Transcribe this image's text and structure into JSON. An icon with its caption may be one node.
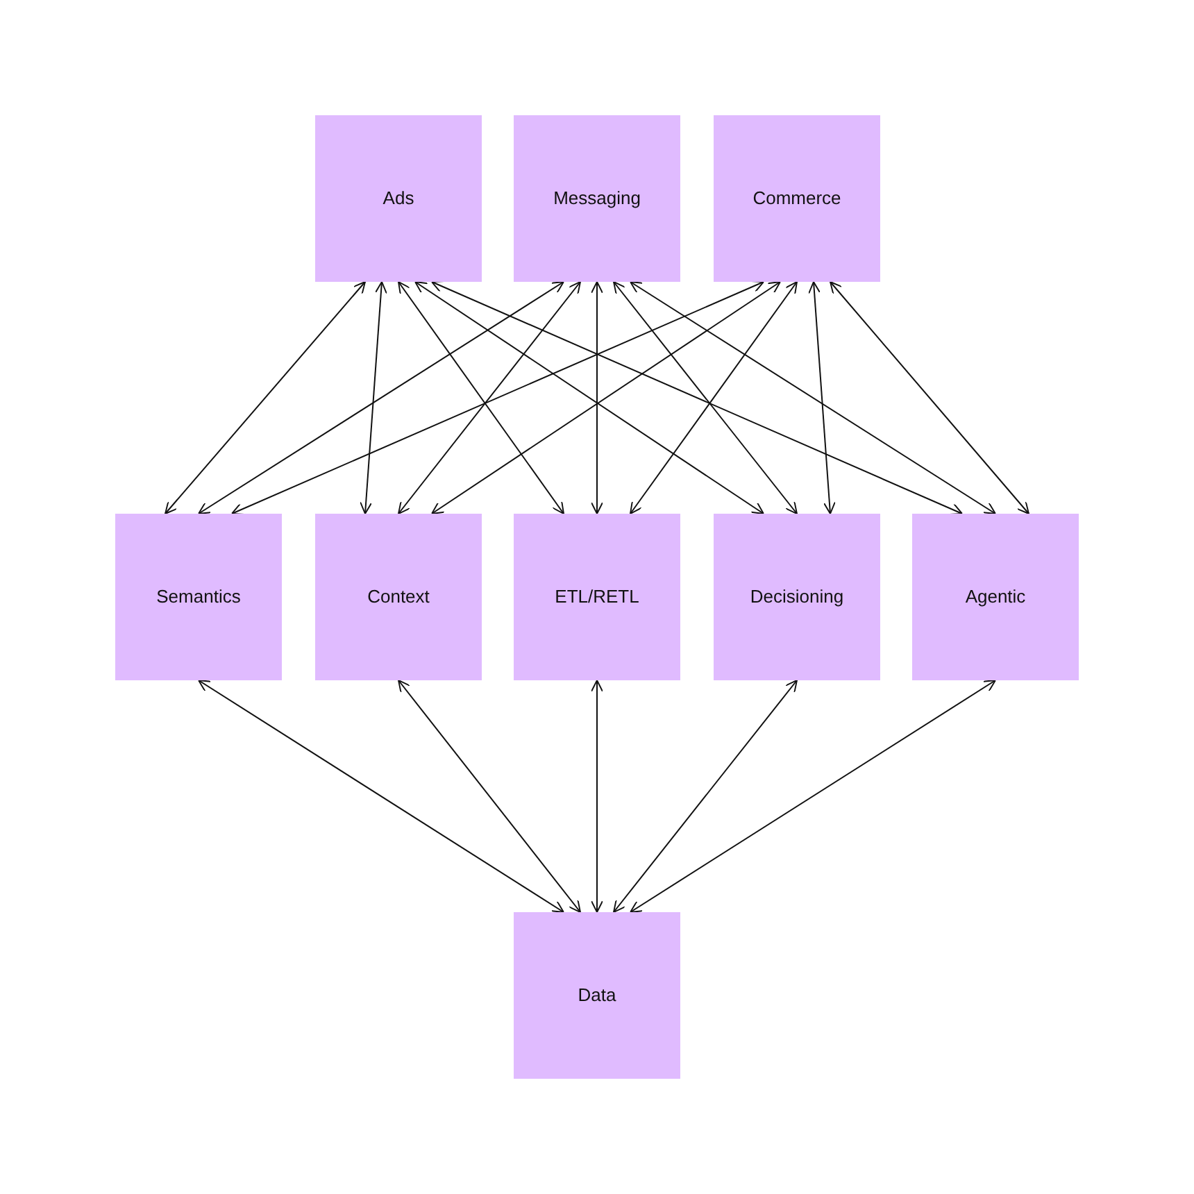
{
  "diagram": {
    "nodes": [
      {
        "text": [
          "Ads"
        ]
      },
      {
        "text": [
          "Messaging"
        ]
      },
      {
        "text": [
          "Commerce"
        ]
      },
      {
        "text": [
          "Semantics"
        ]
      },
      {
        "text": [
          "Context"
        ]
      },
      {
        "text": [
          "ETL/RETL"
        ]
      },
      {
        "text": [
          "Decisioning"
        ]
      },
      {
        "text": [
          "Agentic"
        ]
      },
      {
        "text": [
          "Data"
        ]
      }
    ],
    "edges": [
      {
        "from": 0,
        "to": 3,
        "arrow": "both"
      },
      {
        "from": 0,
        "to": 4,
        "arrow": "both"
      },
      {
        "from": 0,
        "to": 5,
        "arrow": "both"
      },
      {
        "from": 0,
        "to": 6,
        "arrow": "both"
      },
      {
        "from": 0,
        "to": 7,
        "arrow": "both"
      },
      {
        "from": 1,
        "to": 3,
        "arrow": "both"
      },
      {
        "from": 1,
        "to": 4,
        "arrow": "both"
      },
      {
        "from": 1,
        "to": 5,
        "arrow": "both"
      },
      {
        "from": 1,
        "to": 6,
        "arrow": "both"
      },
      {
        "from": 1,
        "to": 7,
        "arrow": "both"
      },
      {
        "from": 2,
        "to": 3,
        "arrow": "both"
      },
      {
        "from": 2,
        "to": 4,
        "arrow": "both"
      },
      {
        "from": 2,
        "to": 5,
        "arrow": "both"
      },
      {
        "from": 2,
        "to": 6,
        "arrow": "both"
      },
      {
        "from": 2,
        "to": 7,
        "arrow": "both"
      },
      {
        "from": 3,
        "to": 8,
        "arrow": "both"
      },
      {
        "from": 4,
        "to": 8,
        "arrow": "both"
      },
      {
        "from": 5,
        "to": 8,
        "arrow": "both"
      },
      {
        "from": 6,
        "to": 8,
        "arrow": "both"
      },
      {
        "from": 7,
        "to": 8,
        "arrow": "both"
      }
    ]
  }
}
